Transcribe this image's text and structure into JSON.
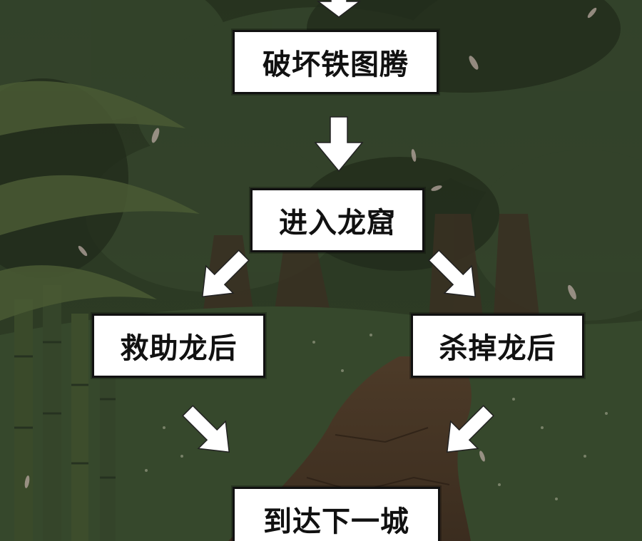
{
  "colors": {
    "box_fill": "#ffffff",
    "box_border": "#111111",
    "text": "#111111",
    "arrow": "#ffffff"
  },
  "flow": {
    "nodes": [
      {
        "id": "destroy-totem",
        "label": "破坏铁图腾"
      },
      {
        "id": "enter-dragon-cave",
        "label": "进入龙窟"
      },
      {
        "id": "rescue-dragon-queen",
        "label": "救助龙后"
      },
      {
        "id": "kill-dragon-queen",
        "label": "杀掉龙后"
      },
      {
        "id": "reach-next-city",
        "label": "到达下一城"
      }
    ],
    "edges": [
      {
        "from": "previous-step",
        "to": "destroy-totem"
      },
      {
        "from": "destroy-totem",
        "to": "enter-dragon-cave"
      },
      {
        "from": "enter-dragon-cave",
        "to": "rescue-dragon-queen"
      },
      {
        "from": "enter-dragon-cave",
        "to": "kill-dragon-queen"
      },
      {
        "from": "rescue-dragon-queen",
        "to": "reach-next-city"
      },
      {
        "from": "kill-dragon-queen",
        "to": "reach-next-city"
      }
    ]
  }
}
